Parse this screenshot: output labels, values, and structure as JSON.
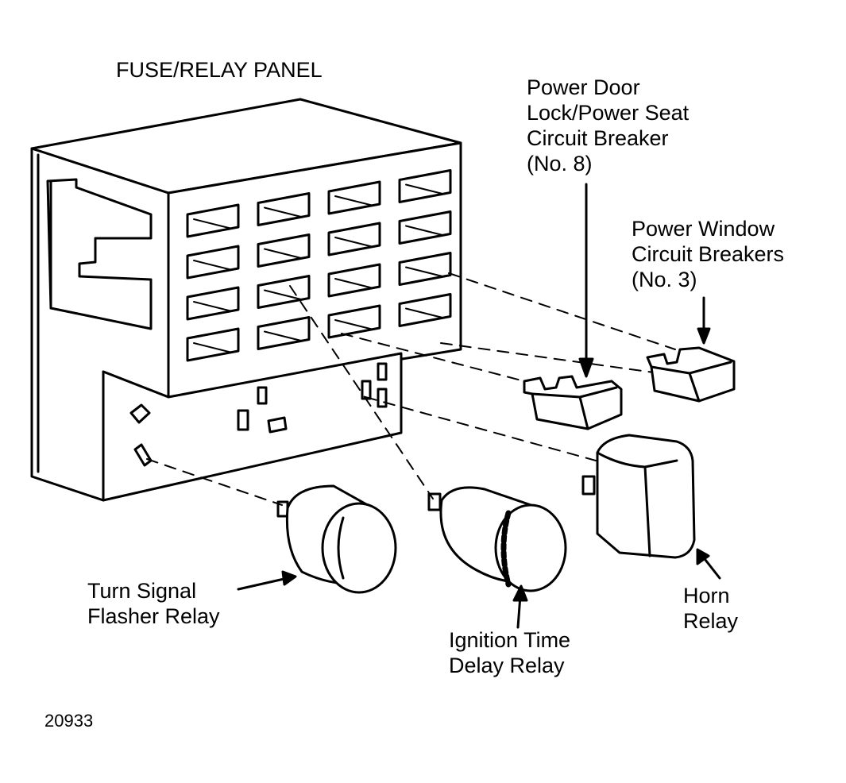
{
  "title": "FUSE/RELAY PANEL",
  "labels": {
    "power_door_lock": [
      "Power Door",
      "Lock/Power Seat",
      "Circuit Breaker",
      "(No. 8)"
    ],
    "power_window": [
      "Power Window",
      "Circuit Breakers",
      "(No. 3)"
    ],
    "turn_signal": [
      "Turn Signal",
      "Flasher Relay"
    ],
    "ignition_delay": [
      "Ignition Time",
      "Delay Relay"
    ],
    "horn_relay": [
      "Horn",
      "Relay"
    ]
  },
  "figure_number": "20933",
  "colors": {
    "ink": "#000000",
    "paper": "#ffffff"
  }
}
